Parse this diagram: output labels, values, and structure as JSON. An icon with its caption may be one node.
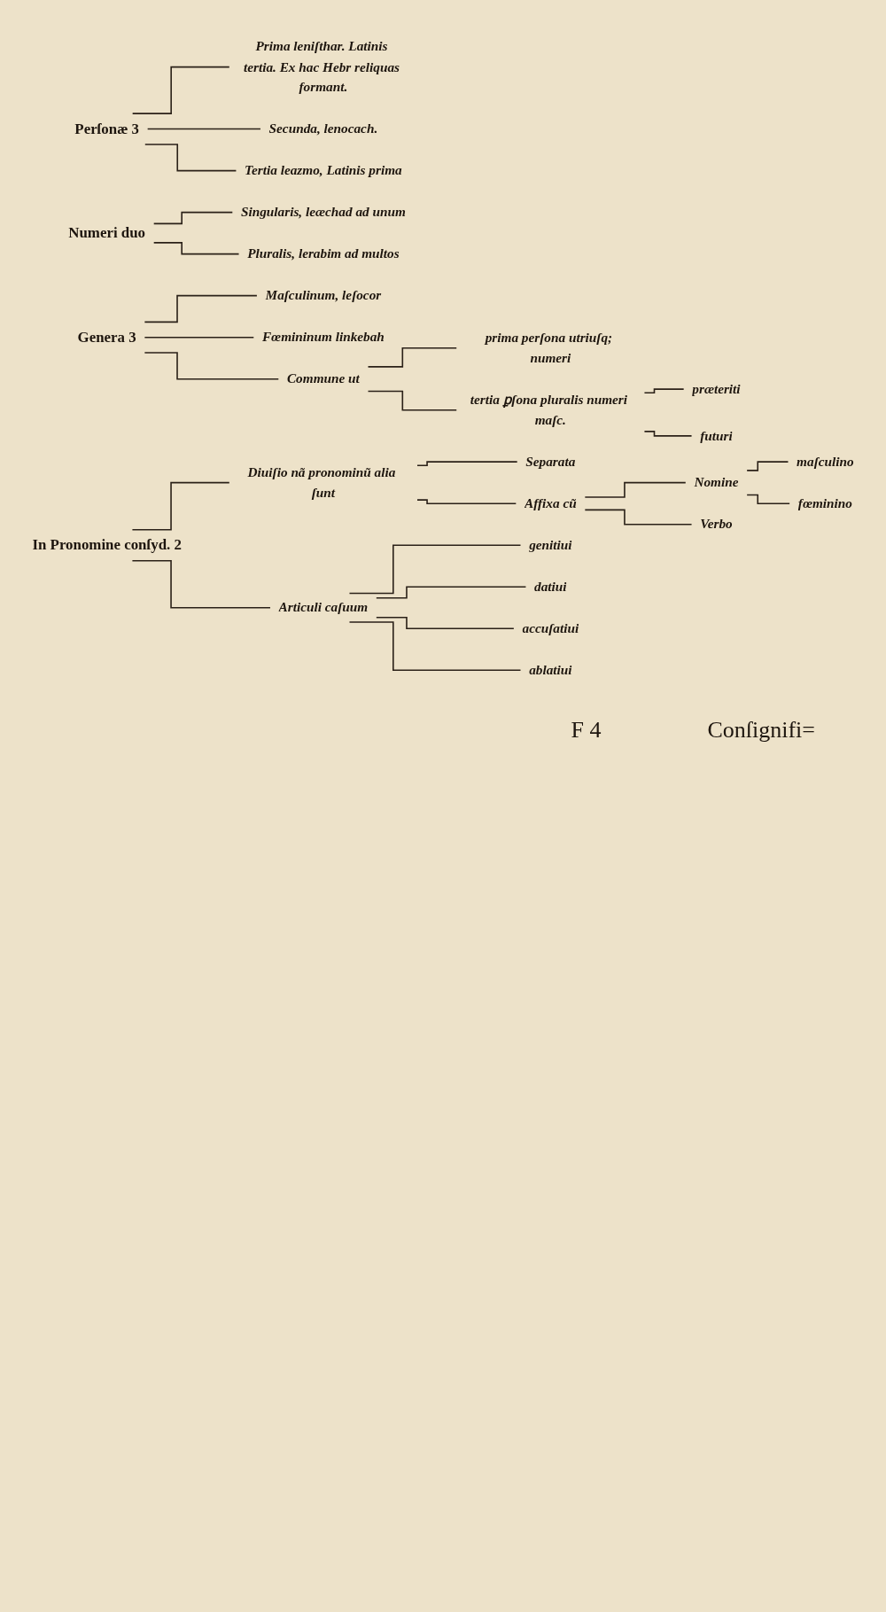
{
  "diagram": {
    "nodes": [
      {
        "text": [
          "Perſonæ 3"
        ]
      },
      {
        "text": [
          "Prima leniſthar. Latinis tertia. Ex hac Hebr reliquas formant."
        ]
      },
      {
        "text": [
          "Secunda, lenocach."
        ]
      },
      {
        "text": [
          "Tertia leazmo, Latinis prima"
        ]
      },
      {
        "text": [
          "Numeri duo"
        ]
      },
      {
        "text": [
          "Singularis, leæchad ad unum"
        ]
      },
      {
        "text": [
          "Pluralis, lerabim ad multos"
        ]
      },
      {
        "text": [
          "Genera 3"
        ]
      },
      {
        "text": [
          "Maſculinum, leſocor"
        ]
      },
      {
        "text": [
          "Fœmininum linkebah"
        ]
      },
      {
        "text": [
          "Commune ut"
        ]
      },
      {
        "text": [
          "prima perſona utriuſq; numeri"
        ]
      },
      {
        "text": [
          "tertia ꝑſona pluralis numeri maſc."
        ]
      },
      {
        "text": [
          "præteriti"
        ]
      },
      {
        "text": [
          "futuri"
        ]
      },
      {
        "text": [
          "In Pronomine conſyd. 2"
        ]
      },
      {
        "text": [
          "Diuiſio nã pronominũ alia ſunt"
        ]
      },
      {
        "text": [
          "Separata"
        ]
      },
      {
        "text": [
          "Affixa cũ"
        ]
      },
      {
        "text": [
          "Nomine"
        ]
      },
      {
        "text": [
          "maſculino"
        ]
      },
      {
        "text": [
          "fœminino"
        ]
      },
      {
        "text": [
          "Verbo"
        ]
      },
      {
        "text": [
          "Articuli caſuum"
        ]
      },
      {
        "text": [
          "genitiui"
        ]
      },
      {
        "text": [
          "datiui"
        ]
      },
      {
        "text": [
          "accuſatiui"
        ]
      },
      {
        "text": [
          "ablatiui"
        ]
      }
    ],
    "edges": [
      {
        "from": 0,
        "to": 1,
        "arrow": "none"
      },
      {
        "from": 0,
        "to": 2,
        "arrow": "none"
      },
      {
        "from": 0,
        "to": 3,
        "arrow": "none"
      },
      {
        "from": 4,
        "to": 5,
        "arrow": "none"
      },
      {
        "from": 4,
        "to": 6,
        "arrow": "none"
      },
      {
        "from": 7,
        "to": 8,
        "arrow": "none"
      },
      {
        "from": 7,
        "to": 9,
        "arrow": "none"
      },
      {
        "from": 7,
        "to": 10,
        "arrow": "none"
      },
      {
        "from": 10,
        "to": 11,
        "arrow": "none"
      },
      {
        "from": 10,
        "to": 12,
        "arrow": "none"
      },
      {
        "from": 12,
        "to": 13,
        "arrow": "none"
      },
      {
        "from": 12,
        "to": 14,
        "arrow": "none"
      },
      {
        "from": 15,
        "to": 16,
        "arrow": "none"
      },
      {
        "from": 15,
        "to": 23,
        "arrow": "none"
      },
      {
        "from": 16,
        "to": 17,
        "arrow": "none"
      },
      {
        "from": 16,
        "to": 18,
        "arrow": "none"
      },
      {
        "from": 18,
        "to": 19,
        "arrow": "none"
      },
      {
        "from": 18,
        "to": 22,
        "arrow": "none"
      },
      {
        "from": 19,
        "to": 20,
        "arrow": "none"
      },
      {
        "from": 19,
        "to": 21,
        "arrow": "none"
      },
      {
        "from": 23,
        "to": 24,
        "arrow": "none"
      },
      {
        "from": 23,
        "to": 25,
        "arrow": "none"
      },
      {
        "from": 23,
        "to": 26,
        "arrow": "none"
      },
      {
        "from": 23,
        "to": 27,
        "arrow": "none"
      }
    ],
    "labels": [
      "F 4",
      "Conſignifi="
    ]
  }
}
